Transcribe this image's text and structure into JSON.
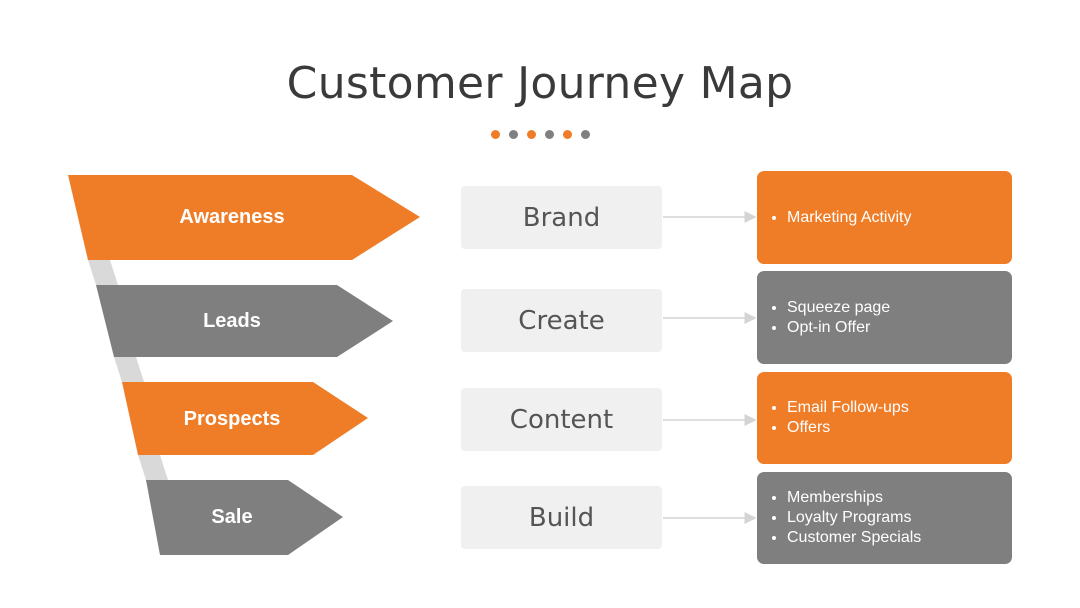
{
  "title": "Customer Journey Map",
  "colors": {
    "orange": "#ef7d28",
    "gray": "#7f7f7f",
    "light_gray": "#d9d9d9",
    "box_bg": "#f0f0f0",
    "title": "#3a3a3a"
  },
  "dots": [
    "orange",
    "gray",
    "orange",
    "gray",
    "orange",
    "gray"
  ],
  "stages": [
    {
      "label": "Awareness",
      "action": "Brand",
      "color": "orange",
      "details": [
        "Marketing Activity"
      ]
    },
    {
      "label": "Leads",
      "action": "Create",
      "color": "gray",
      "details": [
        "Squeeze page",
        "Opt-in Offer"
      ]
    },
    {
      "label": "Prospects",
      "action": "Content",
      "color": "orange",
      "details": [
        "Email Follow-ups",
        "Offers"
      ]
    },
    {
      "label": "Sale",
      "action": "Build",
      "color": "gray",
      "details": [
        "Memberships",
        "Loyalty Programs",
        "Customer Specials"
      ]
    }
  ]
}
